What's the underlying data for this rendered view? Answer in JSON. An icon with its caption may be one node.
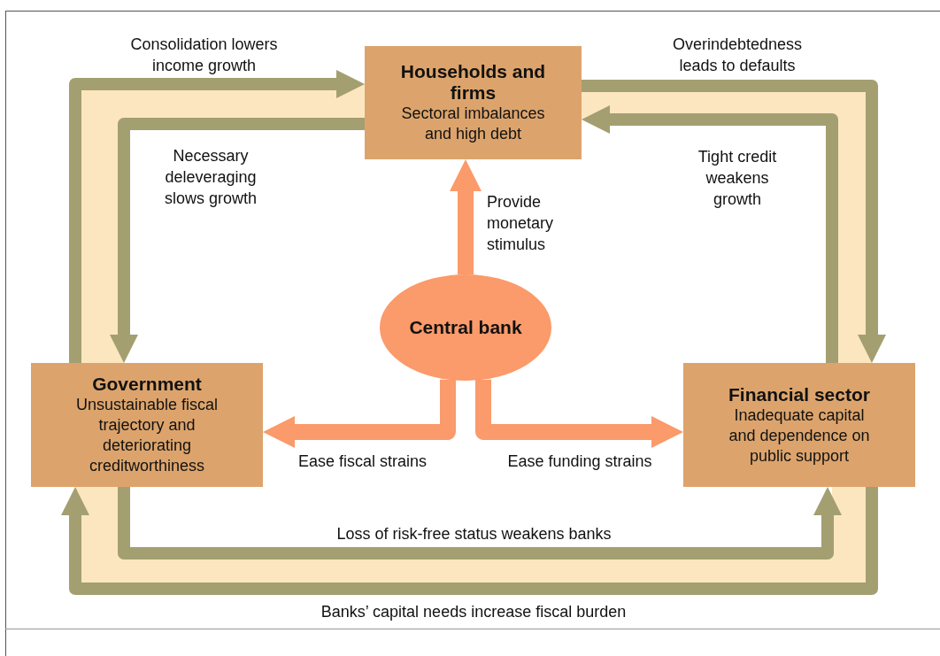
{
  "diagram": {
    "nodes": [
      {
        "text": [
          "Households and firms",
          "Sectoral imbalances and high debt"
        ]
      },
      {
        "text": [
          "Central bank"
        ]
      },
      {
        "text": [
          "Government",
          "Unsustainable fiscal trajectory and deteriorating creditworthiness"
        ]
      },
      {
        "text": [
          "Financial sector",
          "Inadequate capital and dependence on public support"
        ]
      }
    ],
    "edges": [
      {
        "from": 2,
        "to": 0,
        "arrow": "to",
        "label": "Consolidation lowers income growth"
      },
      {
        "from": 0,
        "to": 2,
        "arrow": "to",
        "label": "Necessary deleveraging slows growth"
      },
      {
        "from": 0,
        "to": 3,
        "arrow": "to",
        "label": "Overindebtedness leads to defaults"
      },
      {
        "from": 3,
        "to": 0,
        "arrow": "to",
        "label": "Tight credit weakens growth"
      },
      {
        "from": 2,
        "to": 3,
        "arrow": "to",
        "label": "Loss of risk-free status weakens banks"
      },
      {
        "from": 3,
        "to": 2,
        "arrow": "to",
        "label": "Banks’ capital needs increase fiscal burden"
      },
      {
        "from": 1,
        "to": 0,
        "arrow": "to",
        "label": "Provide monetary stimulus",
        "color": "#fb9a6a"
      },
      {
        "from": 1,
        "to": 2,
        "arrow": "to",
        "label": "Ease fiscal strains",
        "color": "#fb9a6a"
      },
      {
        "from": 1,
        "to": 3,
        "arrow": "to",
        "label": "Ease funding strains",
        "color": "#fb9a6a"
      }
    ]
  }
}
